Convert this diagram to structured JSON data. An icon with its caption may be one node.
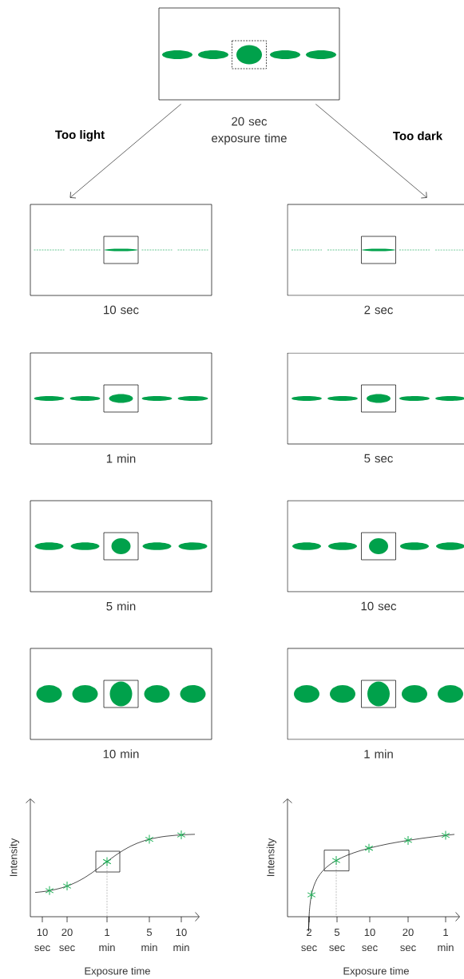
{
  "diagram": {
    "nodes": [
      {
        "text": [],
        "shape": "box",
        "beside": [
          "20 sec exposure time"
        ]
      },
      {
        "text": [],
        "shape": "box",
        "beside": [
          "10 sec"
        ]
      },
      {
        "text": [],
        "shape": "box",
        "beside": [
          "2 sec"
        ]
      },
      {
        "text": [],
        "shape": "box",
        "beside": [
          "1 min"
        ]
      },
      {
        "text": [],
        "shape": "box",
        "beside": [
          "5 sec"
        ]
      },
      {
        "text": [],
        "shape": "box",
        "beside": [
          "5 min"
        ]
      },
      {
        "text": [],
        "shape": "box",
        "beside": [
          "10 sec"
        ]
      },
      {
        "text": [],
        "shape": "box",
        "beside": [
          "10 min"
        ]
      },
      {
        "text": [],
        "shape": "box",
        "beside": [
          "1 min"
        ]
      }
    ],
    "edges": [
      {
        "from": 0,
        "to": 1,
        "arrow": "to",
        "label": "Too light"
      },
      {
        "from": 0,
        "to": 2,
        "arrow": "to",
        "label": "Too dark"
      }
    ],
    "labels": [
      "Intensity",
      "10 sec",
      "20 sec",
      "1 min",
      "5 min",
      "10 min",
      "Exposure time",
      "Intensity",
      "2 sec",
      "5 sec",
      "10 sec",
      "20 sec",
      "1 min",
      "Exposure time"
    ]
  }
}
